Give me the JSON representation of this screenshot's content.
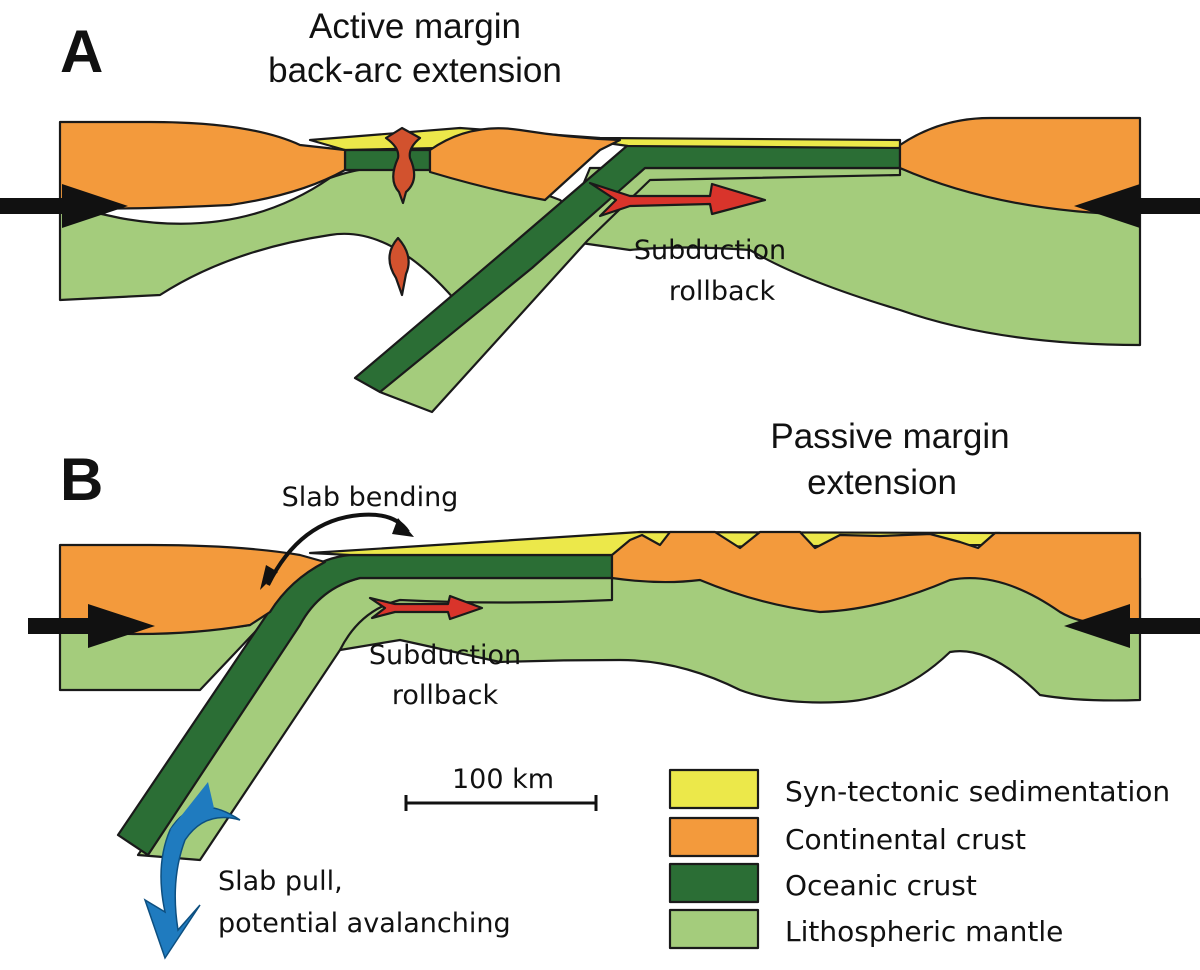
{
  "panel_a": {
    "letter": "A",
    "title_line1": "Active margin",
    "title_line2": "back-arc extension",
    "rollback_line1": "Subduction",
    "rollback_line2": "rollback"
  },
  "panel_b": {
    "letter": "B",
    "title_line1": "Passive margin",
    "title_line2": "extension",
    "bending_label": "Slab bending",
    "rollback_line1": "Subduction",
    "rollback_line2": "rollback",
    "pull_line1": "Slab pull,",
    "pull_line2": "potential avalanching"
  },
  "scale_bar": {
    "label": "100 km"
  },
  "legend": [
    {
      "label": "Syn-tectonic sedimentation",
      "color": "#ece84a"
    },
    {
      "label": "Continental crust",
      "color": "#f39a3c"
    },
    {
      "label": "Oceanic crust",
      "color": "#2b6e35"
    },
    {
      "label": "Lithospheric mantle",
      "color": "#a4cc7c"
    }
  ],
  "colors": {
    "sediment": "#ece84a",
    "continental_crust": "#f39a3c",
    "oceanic_crust": "#2b6e35",
    "mantle": "#a4cc7c",
    "magma": "#d2522e",
    "rollback_arrow": "#d9342b",
    "slab_pull_arrow": "#1f7bbf",
    "compression_arrow": "#111111"
  }
}
